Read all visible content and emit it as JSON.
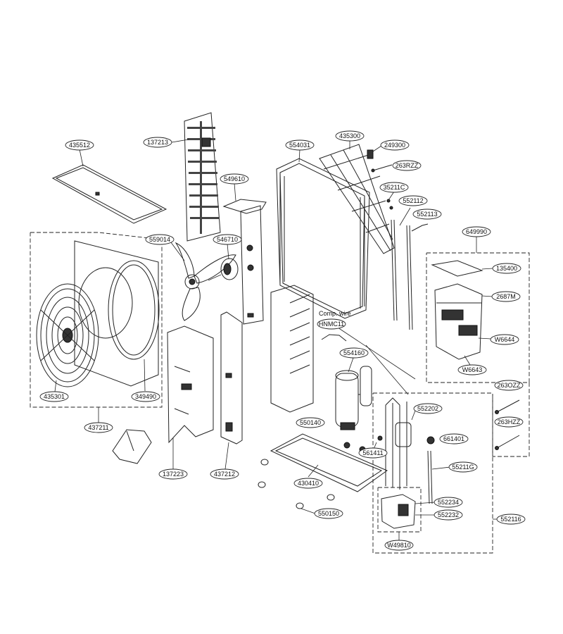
{
  "callouts": {
    "c435512": "435512",
    "c137213": "137213",
    "c549610": "549610",
    "c559014": "559014",
    "c546710": "546710",
    "c554031": "554031",
    "c435300": "435300",
    "c249300": "249300",
    "c263RZZ": "263RZZ",
    "c35211C": "35211C",
    "c552112": "552112",
    "c552113": "552113",
    "c649990": "649990",
    "c135400": "135400",
    "c2687M": "2687M",
    "cW6644": "W6644",
    "cW6643": "W6643",
    "c263OZZ": "263OZZ",
    "c263HZZ": "263HZZ",
    "c435301": "435301",
    "c349490": "349490",
    "c437211": "437211",
    "c137223": "137223",
    "c437212": "437212",
    "c554160": "554160",
    "c550140": "550140",
    "c561411": "561411",
    "c552202": "552202",
    "c661401": "661401",
    "c55211G": "55211G",
    "c430410": "430410",
    "c550150": "550150",
    "c552234": "552234",
    "c552232": "552232",
    "c552116": "552116",
    "cW49810": "W49810",
    "cHNMC11": "HNMC11"
  },
  "annotation": {
    "comp_wire": "Comp. wire"
  }
}
